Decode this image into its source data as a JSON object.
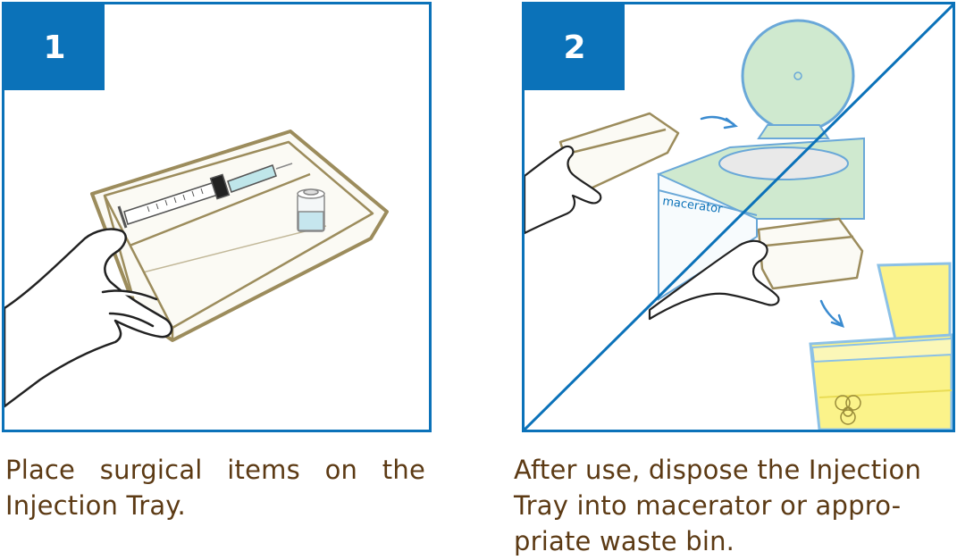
{
  "steps": [
    {
      "number": "1",
      "caption_lines": [
        "Place surgical items on the",
        "Injection Tray."
      ]
    },
    {
      "number": "2",
      "caption_lines": [
        "After use, dispose the Injection",
        "Tray into macerator or appro-",
        "priate waste bin."
      ],
      "macerator_label": "macerator"
    }
  ],
  "colors": {
    "frame": "#0b72b9",
    "caption": "#5c3a14",
    "tray_outline": "#9c8c5c",
    "macerator_green": "#cfe9cf",
    "bin_yellow": "#fbf38a"
  },
  "icons": [
    "syringe-icon",
    "vial-icon",
    "hand-icon",
    "biohazard-icon",
    "arrow-icon"
  ]
}
